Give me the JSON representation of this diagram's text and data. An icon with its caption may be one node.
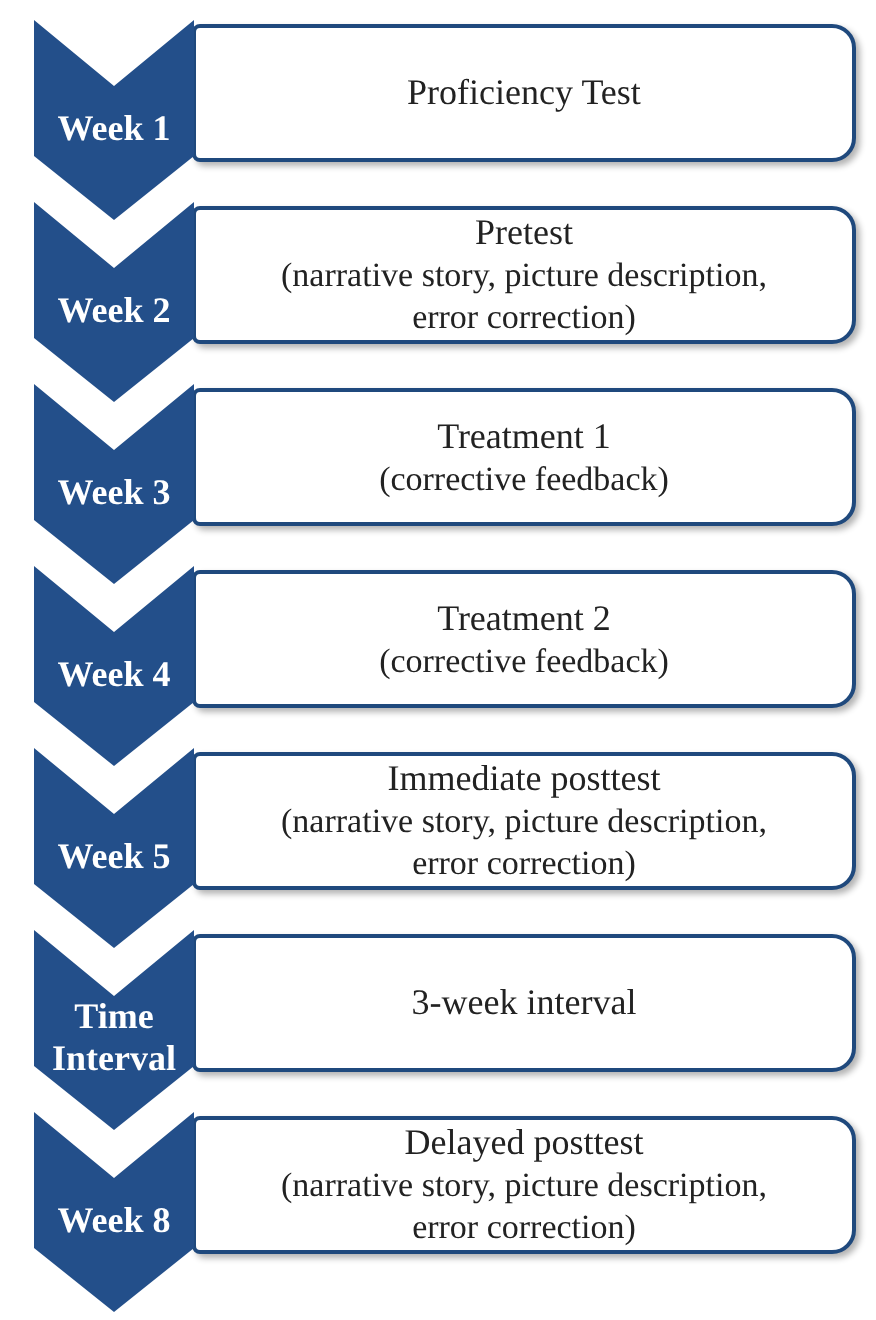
{
  "diagram": {
    "nodes": [
      {
        "text": [
          "Week 1"
        ]
      },
      {
        "text": [
          "Proficiency Test"
        ]
      },
      {
        "text": [
          "Week 2"
        ]
      },
      {
        "text": [
          "Pretest",
          "(narrative story, picture description, error correction)"
        ]
      },
      {
        "text": [
          "Week 3"
        ]
      },
      {
        "text": [
          "Treatment 1",
          "(corrective feedback)"
        ]
      },
      {
        "text": [
          "Week 4"
        ]
      },
      {
        "text": [
          "Treatment 2",
          "(corrective feedback)"
        ]
      },
      {
        "text": [
          "Week 5"
        ]
      },
      {
        "text": [
          "Immediate posttest",
          "(narrative story, picture description, error correction)"
        ]
      },
      {
        "text": [
          "Time Interval"
        ]
      },
      {
        "text": [
          "3-week interval"
        ]
      },
      {
        "text": [
          "Week 8"
        ]
      },
      {
        "text": [
          "Delayed posttest",
          "(narrative story, picture description, error correction)"
        ]
      }
    ]
  }
}
